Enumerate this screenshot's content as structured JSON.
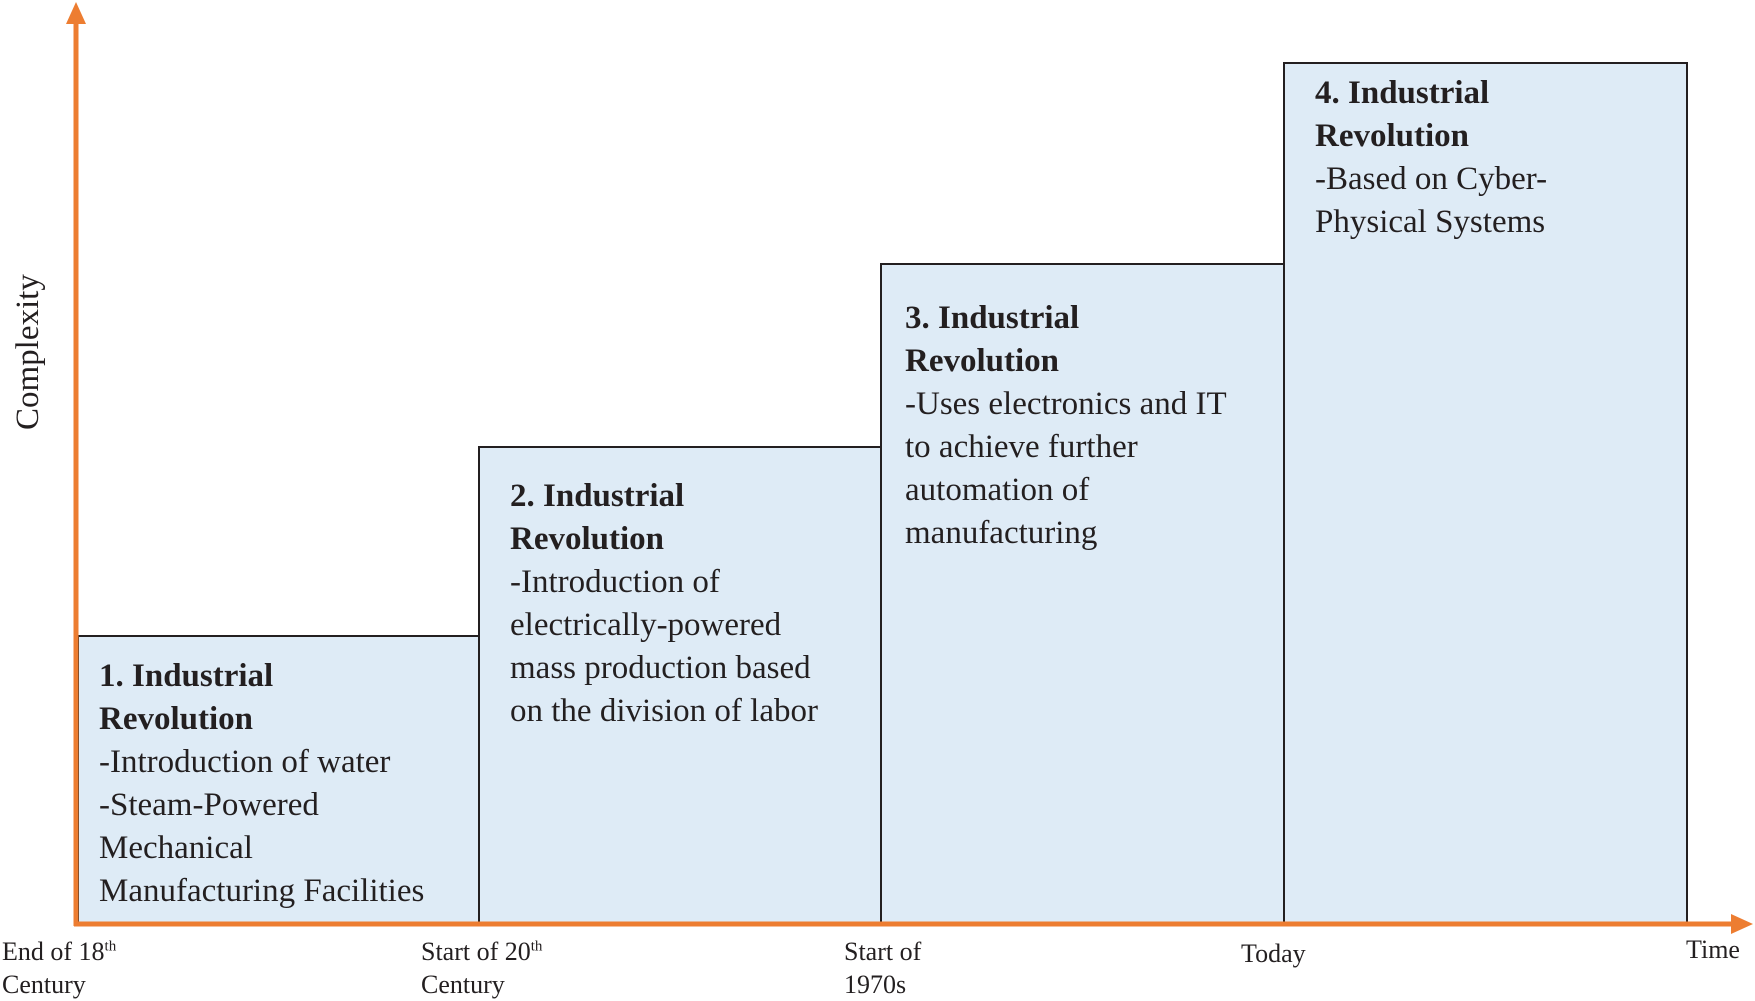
{
  "axes": {
    "y_label": "Complexity",
    "x_label": "Time",
    "color": "#ed7d31"
  },
  "ticks": [
    {
      "line1": "End of 18",
      "sup": "th",
      "line2": "Century"
    },
    {
      "line1": "Start of 20",
      "sup": "th",
      "line2": "Century"
    },
    {
      "line1": "Start of",
      "sup": "",
      "line2": "1970s"
    },
    {
      "line1": "Today",
      "sup": "",
      "line2": ""
    }
  ],
  "steps": [
    {
      "title": "1. Industrial\nRevolution",
      "desc": "-Introduction of water\n-Steam-Powered\nMechanical\nManufacturing Facilities"
    },
    {
      "title": "2. Industrial\nRevolution",
      "desc": "-Introduction of\nelectrically-powered\nmass production based\non the division  of labor"
    },
    {
      "title": "3. Industrial\nRevolution",
      "desc": "-Uses electronics and IT\nto achieve further\nautomation of\nmanufacturing"
    },
    {
      "title": "4. Industrial\nRevolution",
      "desc": "-Based on Cyber-\nPhysical Systems"
    }
  ],
  "colors": {
    "box_fill": "#deebf6",
    "box_stroke": "#231f20"
  }
}
